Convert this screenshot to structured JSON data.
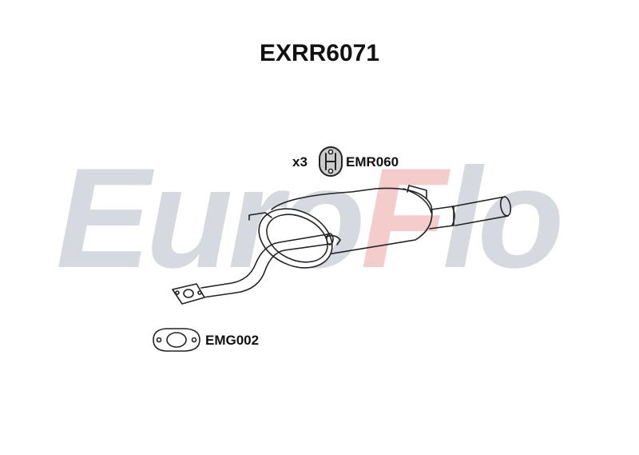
{
  "title": "EXRR6071",
  "watermark": {
    "part1": "Euro",
    "part2": "F",
    "part3": "lo"
  },
  "parts": [
    {
      "code": "EMR060",
      "quantity": "x3",
      "icon": "rubber-hanger-icon"
    },
    {
      "code": "EMG002",
      "icon": "gasket-icon"
    }
  ],
  "colors": {
    "watermark_grey": "#d6dae0",
    "watermark_red": "#f4cccc"
  }
}
